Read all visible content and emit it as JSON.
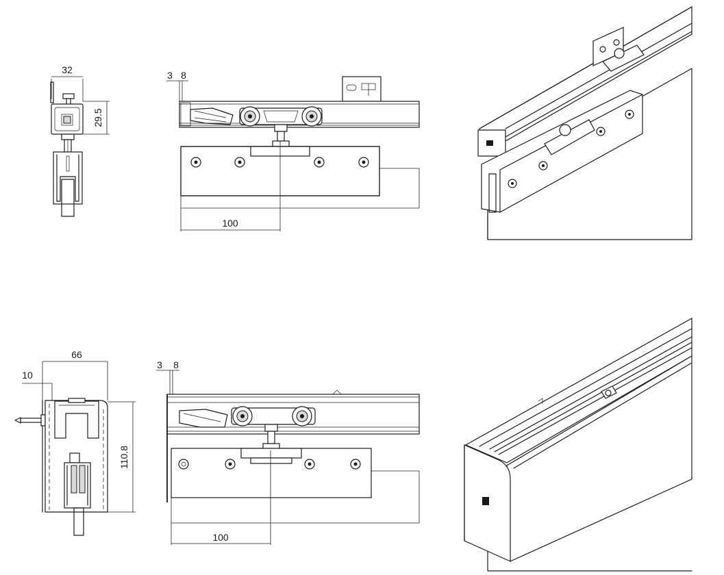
{
  "dimensions": {
    "top_section_width": "32",
    "top_section_height": "29.5",
    "top_offset_a": "3",
    "top_offset_b": "8",
    "top_spacing": "100",
    "bottom_section_width": "66",
    "bottom_wall_offset": "10",
    "bottom_section_height": "110.8",
    "bottom_offset_a": "3",
    "bottom_offset_b": "8",
    "bottom_spacing": "100"
  }
}
